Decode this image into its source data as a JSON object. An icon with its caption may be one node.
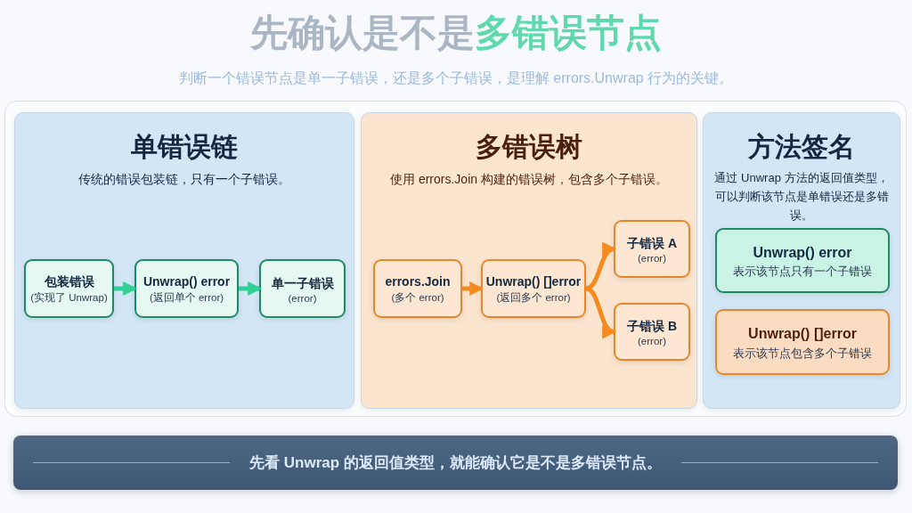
{
  "diagram": {
    "title": "先确认是不是多错误节点",
    "nodes": [
      {
        "text": [],
        "shape": "box"
      },
      {
        "text": [
          "单错误链",
          "传统的错误包装链，只有一个子错误。"
        ],
        "in": 0
      },
      {
        "text": [
          "包装错误",
          "(实现了 Unwrap)"
        ],
        "in": 1
      },
      {
        "text": [
          "Unwrap() error",
          "(返回单个 error)"
        ],
        "in": 1
      },
      {
        "text": [
          "单一子错误",
          "(error)"
        ],
        "in": 1
      },
      {
        "text": [
          "多错误树",
          "使用 errors.Join 构建的错误树，包含多个子错误。"
        ],
        "in": 0
      },
      {
        "text": [
          "errors.Join",
          "(多个 error)"
        ],
        "in": 5
      },
      {
        "text": [
          "Unwrap() []error",
          "(返回多个 error)"
        ],
        "in": 5
      },
      {
        "text": [
          "子错误 A",
          "(error)"
        ],
        "in": 5
      },
      {
        "text": [
          "子错误 B",
          "(error)"
        ],
        "in": 5
      },
      {
        "text": [
          "方法签名",
          "通过 Unwrap 方法的返回值类型，可以判断该节点是单错误还是多错误。"
        ],
        "in": 0
      },
      {
        "text": [
          "Unwrap() error",
          "表示该节点只有一个子错误"
        ],
        "in": 10
      },
      {
        "text": [
          "Unwrap() []error",
          "表示该节点包含多个子错误"
        ],
        "in": 10
      },
      {
        "text": [
          "先看 Unwrap 的返回值类型，就能确认它是不是多错误节点。"
        ]
      }
    ],
    "edges": [
      {
        "from": 2,
        "to": 3,
        "arrow": "to",
        "color": "#2fcf95"
      },
      {
        "from": 3,
        "to": 4,
        "arrow": "to",
        "color": "#2fcf95"
      },
      {
        "from": 6,
        "to": 7,
        "arrow": "to",
        "color": "#f58a1f"
      },
      {
        "from": 7,
        "to": 8,
        "arrow": "to",
        "color": "#f58a1f"
      },
      {
        "from": 7,
        "to": 9,
        "arrow": "to",
        "color": "#f58a1f"
      }
    ],
    "labels": [
      "判断一个错误节点是单一子错误，还是多个子错误，是理解 errors.Unwrap 行为的关键。"
    ]
  }
}
